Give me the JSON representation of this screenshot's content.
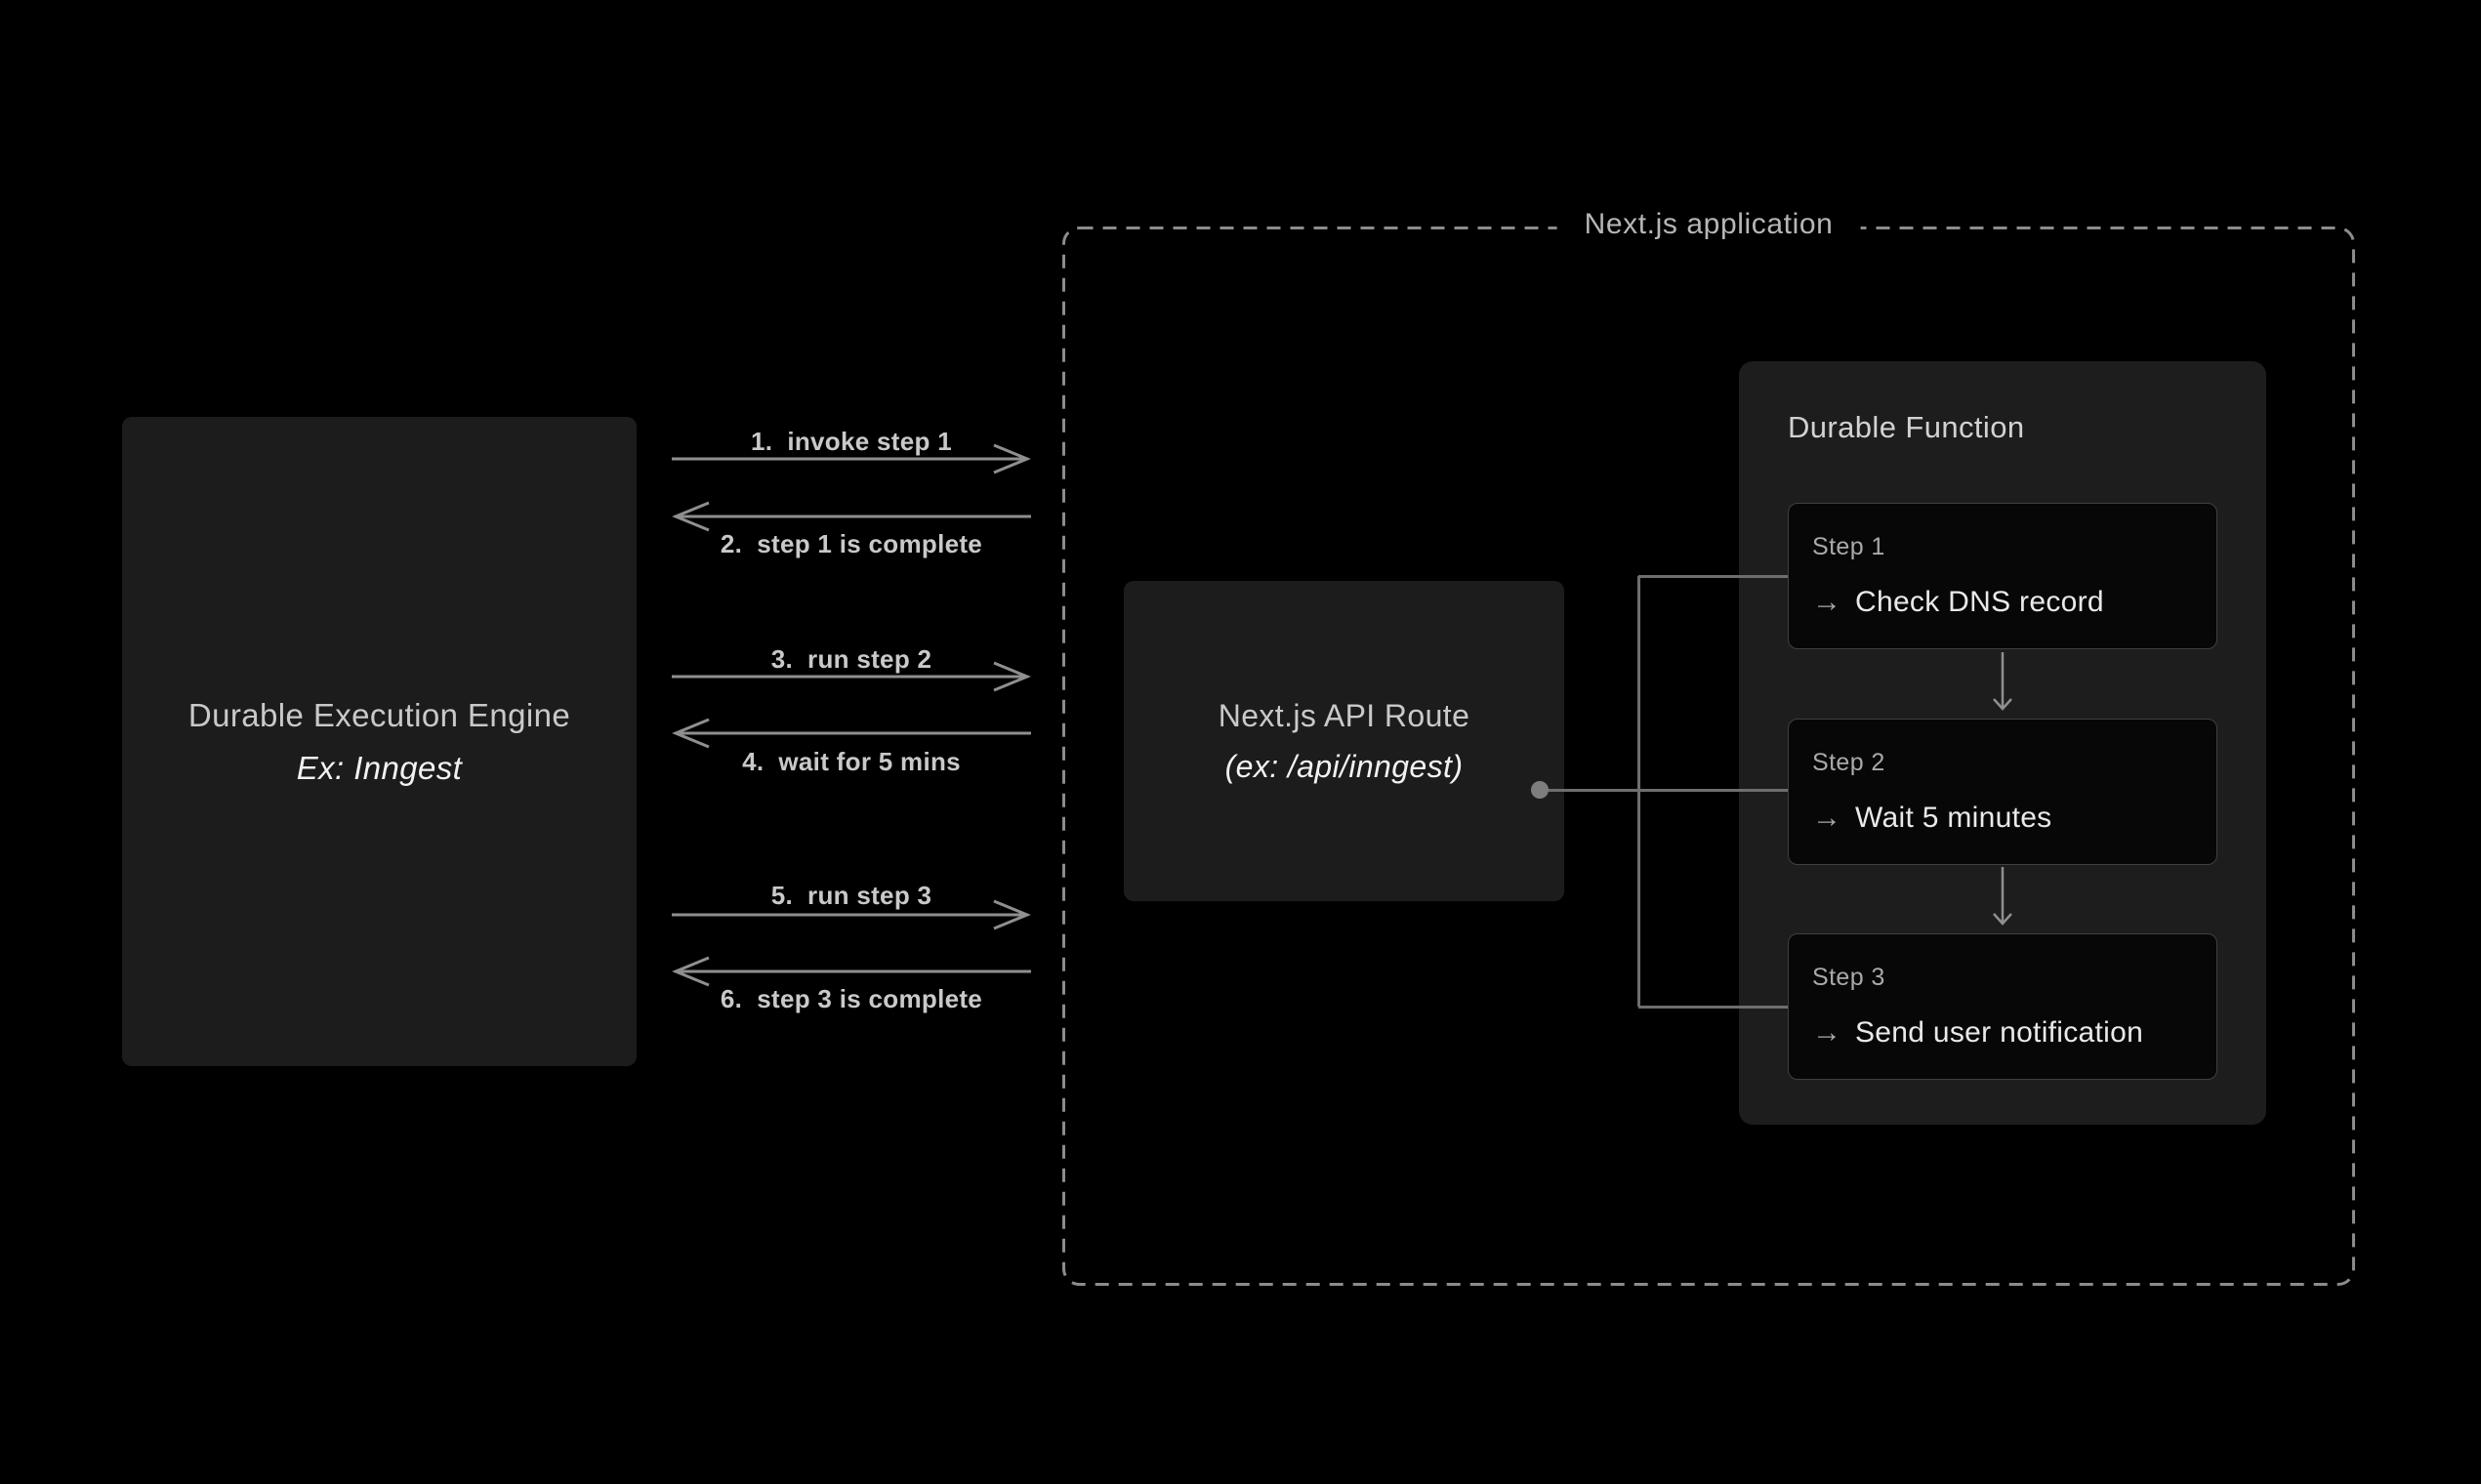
{
  "theme": {
    "colors": {
      "background": "#000000",
      "box_bg": "#1c1c1c",
      "panel_bg": "#1d1d1d",
      "card_bg": "#070707",
      "card_border": "#404040",
      "line": "#8f8f8f",
      "connector": "#6e6e6e",
      "dot": "#7d7d7d",
      "dashed_border": "#8c8c8c",
      "text_primary": "#c9c9c9",
      "text_bright": "#f2f2f2",
      "text_muted": "#b6b6b6",
      "text_label": "#a9a9a9",
      "text_action": "#e9e9e9",
      "panel_title": "#d2d2d2"
    }
  },
  "engine": {
    "title": "Durable Execution Engine",
    "subtitle": "Ex: Inngest"
  },
  "messages": [
    {
      "label": "1.  invoke step 1",
      "direction": "right"
    },
    {
      "label": "2.  step 1 is complete",
      "direction": "left"
    },
    {
      "label": "3.  run step 2",
      "direction": "right"
    },
    {
      "label": "4.  wait for 5 mins",
      "direction": "left"
    },
    {
      "label": "5.  run step 3",
      "direction": "right"
    },
    {
      "label": "6.  step 3 is complete",
      "direction": "left"
    }
  ],
  "nextjs_app": {
    "label": "Next.js application",
    "api_route": {
      "title": "Next.js API Route",
      "subtitle": "(ex: /api/inngest)"
    },
    "durable_function": {
      "title": "Durable Function",
      "arrow_icon": "→",
      "steps": [
        {
          "label": "Step 1",
          "action": "Check DNS record"
        },
        {
          "label": "Step 2",
          "action": "Wait 5 minutes"
        },
        {
          "label": "Step 3",
          "action": "Send user notification"
        }
      ]
    }
  }
}
